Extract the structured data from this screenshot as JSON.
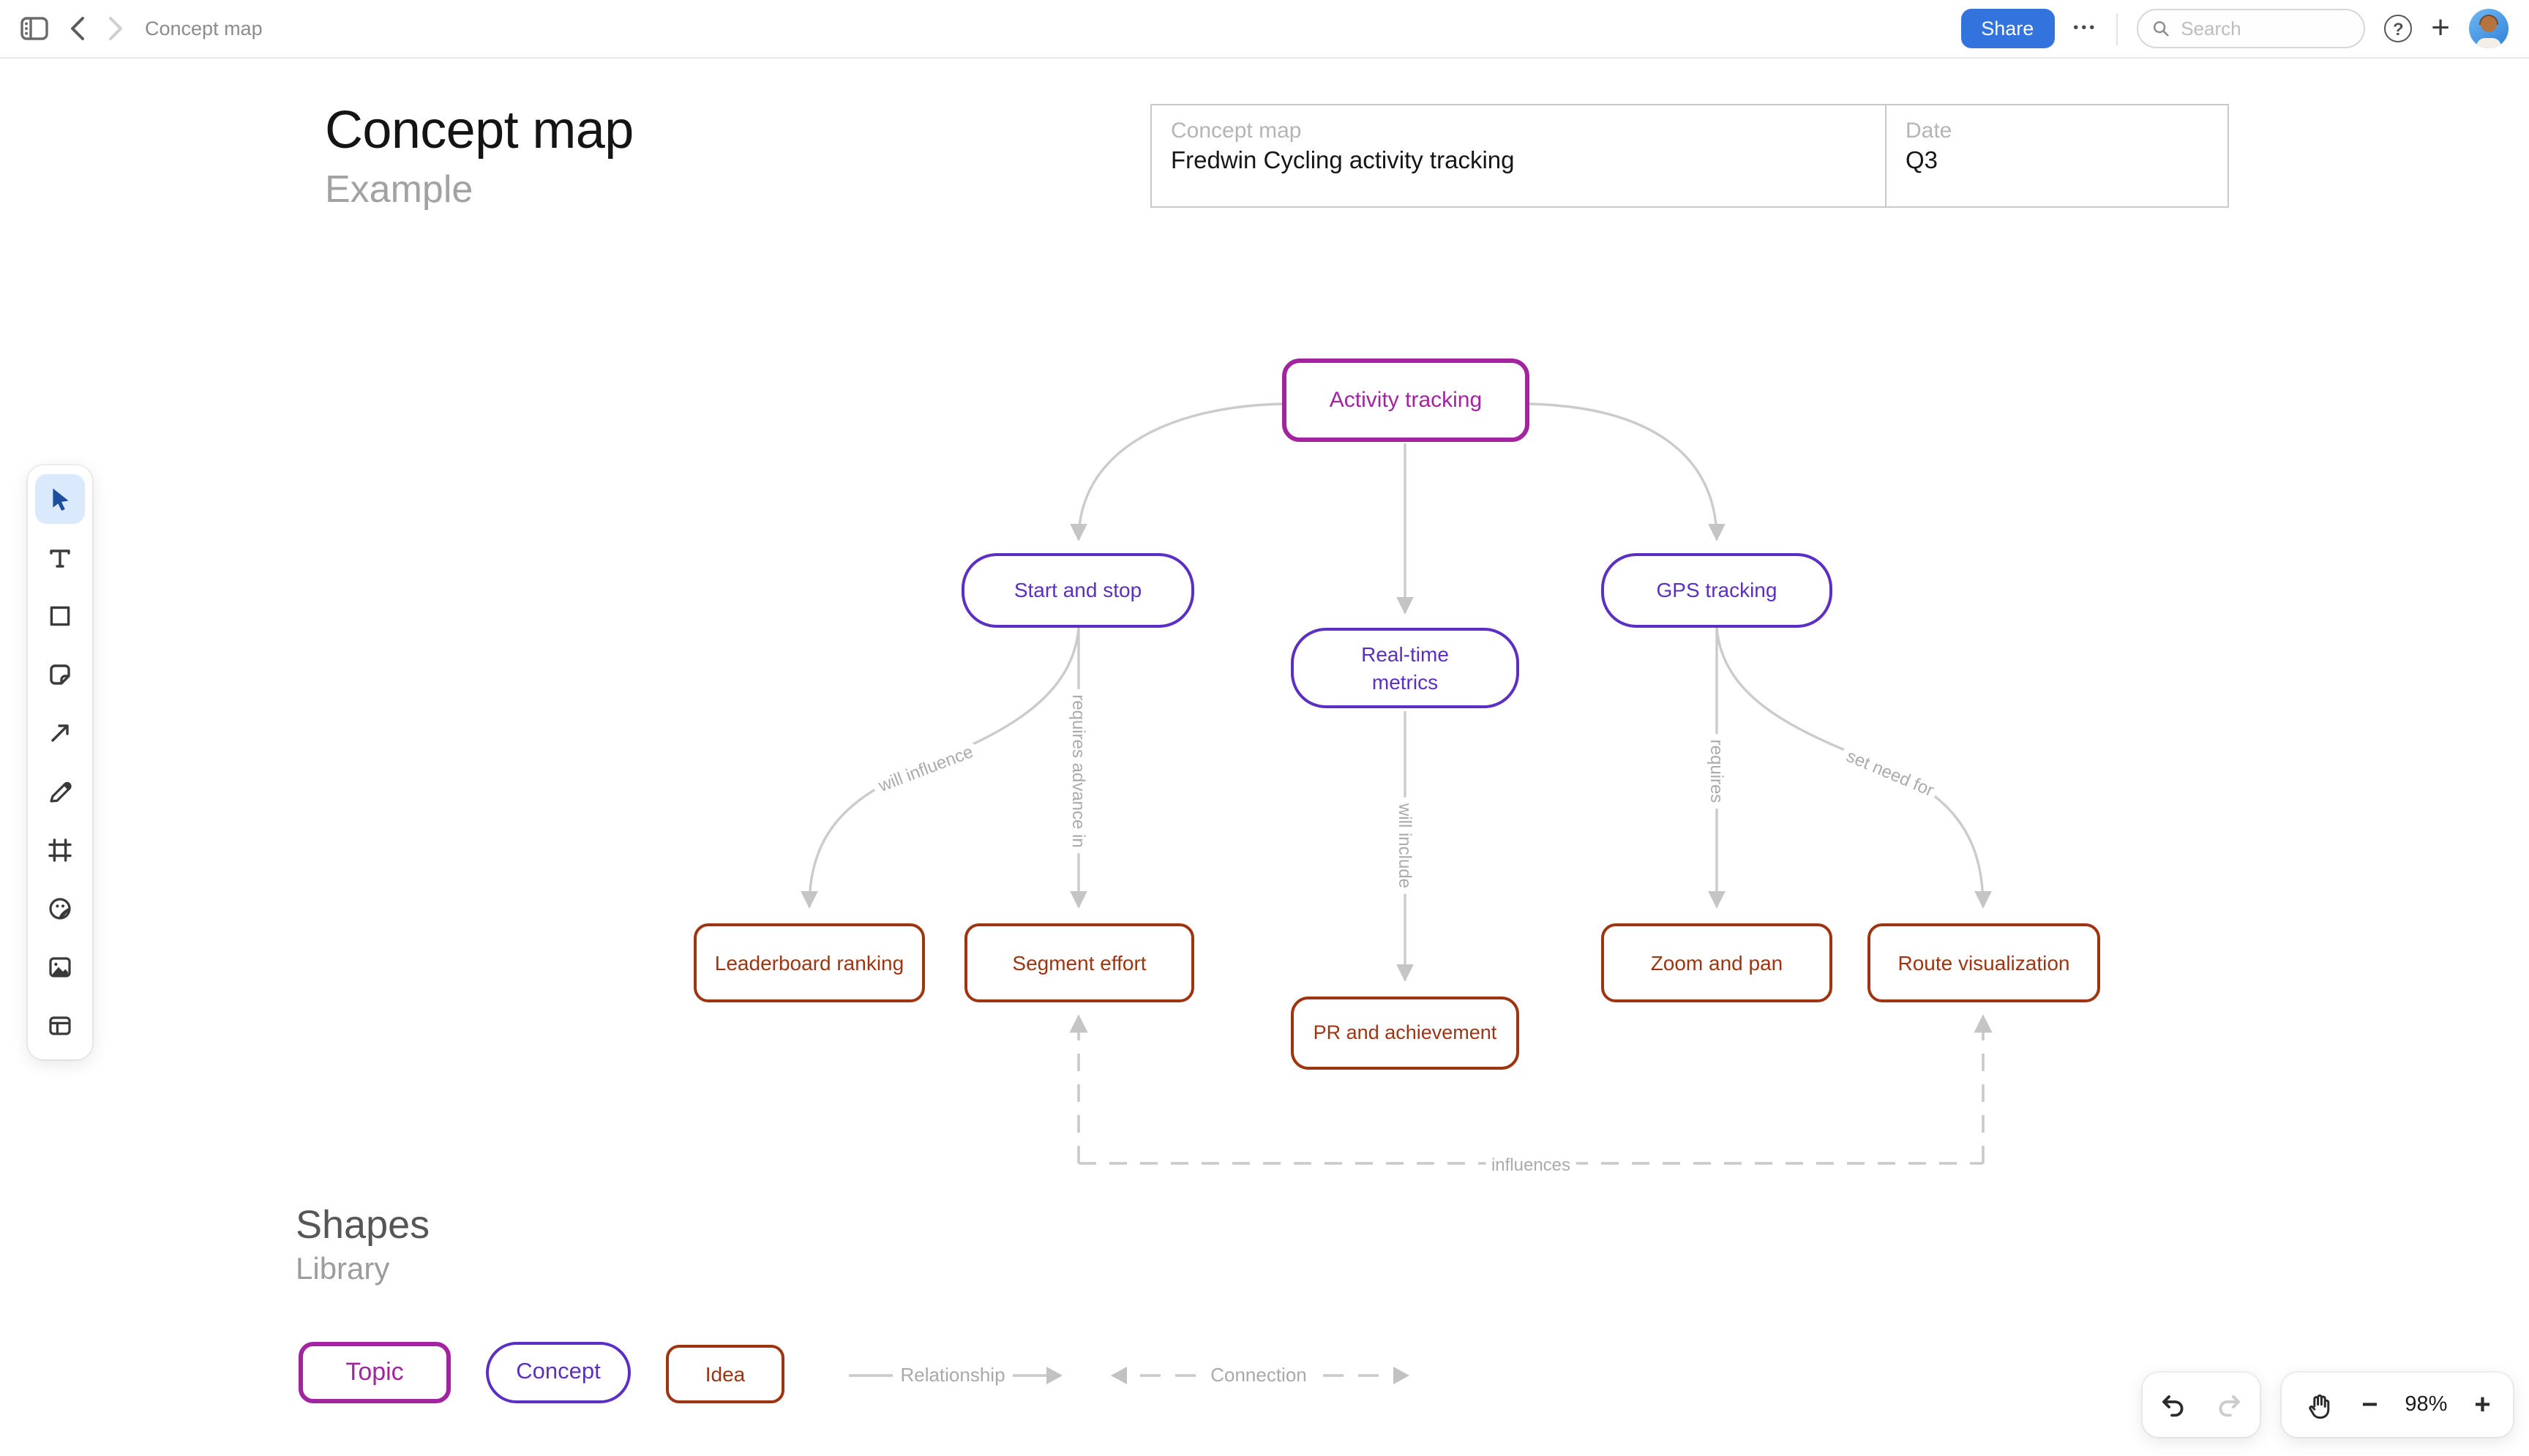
{
  "topbar": {
    "breadcrumb": "Concept map",
    "share_label": "Share",
    "more_glyph": "•••",
    "search_placeholder": "Search",
    "help_glyph": "?",
    "new_board_glyph": "+"
  },
  "header": {
    "title": "Concept map",
    "subtitle": "Example"
  },
  "info_table": {
    "cells": [
      {
        "label": "Concept map",
        "value": "Fredwin Cycling activity tracking"
      },
      {
        "label": "Date",
        "value": "Q3"
      }
    ]
  },
  "toolbar": {
    "tools": [
      "select",
      "text",
      "shape",
      "sticky-note",
      "connector",
      "pencil",
      "frame",
      "sticker",
      "media",
      "table"
    ],
    "active_tool": "select"
  },
  "canvas": {
    "nodes": [
      {
        "id": "activity-tracking",
        "label": "Activity tracking",
        "type": "topic"
      },
      {
        "id": "start-and-stop",
        "label": "Start and stop",
        "type": "concept"
      },
      {
        "id": "gps-tracking",
        "label": "GPS tracking",
        "type": "concept"
      },
      {
        "id": "real-time-metrics",
        "label": "Real-time metrics",
        "type": "concept"
      },
      {
        "id": "leaderboard-ranking",
        "label": "Leaderboard ranking",
        "type": "idea"
      },
      {
        "id": "segment-effort",
        "label": "Segment effort",
        "type": "idea"
      },
      {
        "id": "pr-and-achievement",
        "label": "PR and achievement",
        "type": "idea"
      },
      {
        "id": "zoom-and-pan",
        "label": "Zoom and pan",
        "type": "idea"
      },
      {
        "id": "route-visualization",
        "label": "Route visualization",
        "type": "idea"
      }
    ],
    "edges": [
      {
        "from": "activity-tracking",
        "to": "start-and-stop",
        "label": "",
        "style": "solid"
      },
      {
        "from": "activity-tracking",
        "to": "real-time-metrics",
        "label": "",
        "style": "solid"
      },
      {
        "from": "activity-tracking",
        "to": "gps-tracking",
        "label": "",
        "style": "solid"
      },
      {
        "from": "start-and-stop",
        "to": "leaderboard-ranking",
        "label": "will influence",
        "style": "solid"
      },
      {
        "from": "start-and-stop",
        "to": "segment-effort",
        "label": "requires advance in",
        "style": "solid"
      },
      {
        "from": "real-time-metrics",
        "to": "pr-and-achievement",
        "label": "will include",
        "style": "solid"
      },
      {
        "from": "gps-tracking",
        "to": "zoom-and-pan",
        "label": "requires",
        "style": "solid"
      },
      {
        "from": "gps-tracking",
        "to": "route-visualization",
        "label": "set need for",
        "style": "solid"
      },
      {
        "from": "segment-effort",
        "to": "route-visualization",
        "label": "influences",
        "style": "dashed-bidirectional"
      }
    ]
  },
  "library": {
    "title": "Shapes",
    "subtitle": "Library",
    "shapes": [
      {
        "label": "Topic",
        "color": "#A3249F"
      },
      {
        "label": "Concept",
        "color": "#5B2FC4"
      },
      {
        "label": "Idea",
        "color": "#9E3512"
      }
    ],
    "relationship_label": "Relationship",
    "connection_label": "Connection"
  },
  "statusbar": {
    "zoom_level": "98%",
    "zoom_out_glyph": "−",
    "zoom_in_glyph": "+"
  },
  "colors": {
    "topic": "#A3249F",
    "concept": "#5B2FC4",
    "idea": "#9E3512",
    "edge": "#CBCBCB",
    "edge_label": "#ABABAB",
    "accent_blue": "#3273DE"
  }
}
